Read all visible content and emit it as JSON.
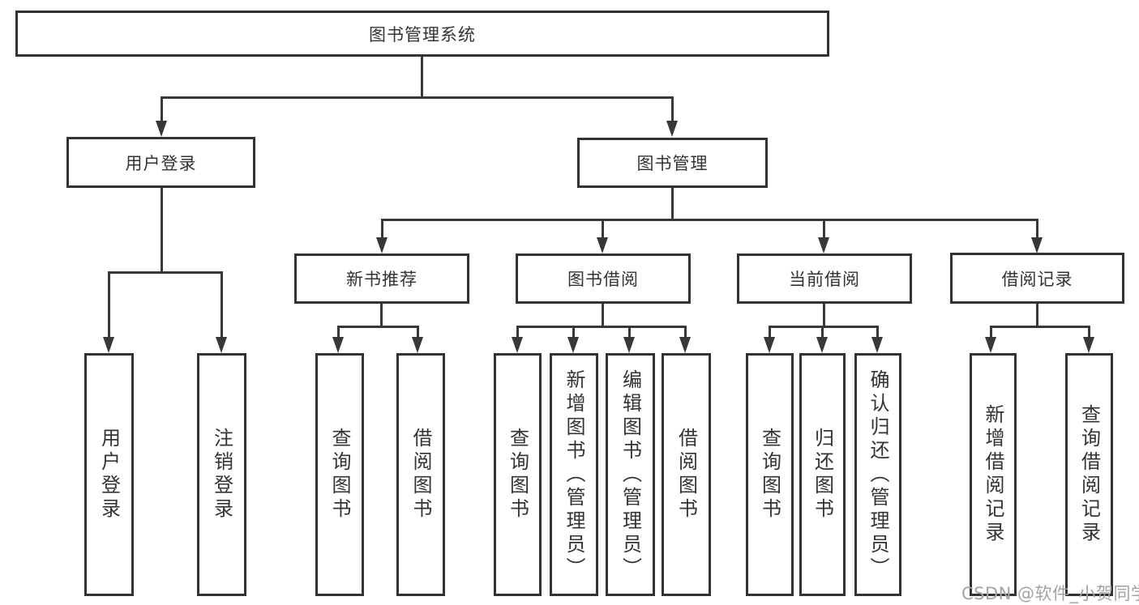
{
  "diagram_type": "hierarchy-tree",
  "colors": {
    "line": "#383838",
    "box_border": "#333333",
    "text": "#333333",
    "watermark": "#a3a3a3",
    "background": "#ffffff"
  },
  "tree": {
    "root": {
      "label": "图书管理系统"
    },
    "children": [
      {
        "label": "用户登录",
        "children": [
          {
            "label": "用户登录"
          },
          {
            "label": "注销登录"
          }
        ]
      },
      {
        "label": "图书管理",
        "children": [
          {
            "label": "新书推荐",
            "children": [
              {
                "label": "查询图书"
              },
              {
                "label": "借阅图书"
              }
            ]
          },
          {
            "label": "图书借阅",
            "children": [
              {
                "label": "查询图书"
              },
              {
                "label": "新增图书（管理员）"
              },
              {
                "label": "编辑图书（管理员）"
              },
              {
                "label": "借阅图书"
              }
            ]
          },
          {
            "label": "当前借阅",
            "children": [
              {
                "label": "查询图书"
              },
              {
                "label": "归还图书"
              },
              {
                "label": "确认归还（管理员）"
              }
            ]
          },
          {
            "label": "借阅记录",
            "children": [
              {
                "label": "新增借阅记录"
              },
              {
                "label": "查询借阅记录"
              }
            ]
          }
        ]
      }
    ]
  },
  "watermark": {
    "text": "CSDN @软件_小贺同学"
  }
}
